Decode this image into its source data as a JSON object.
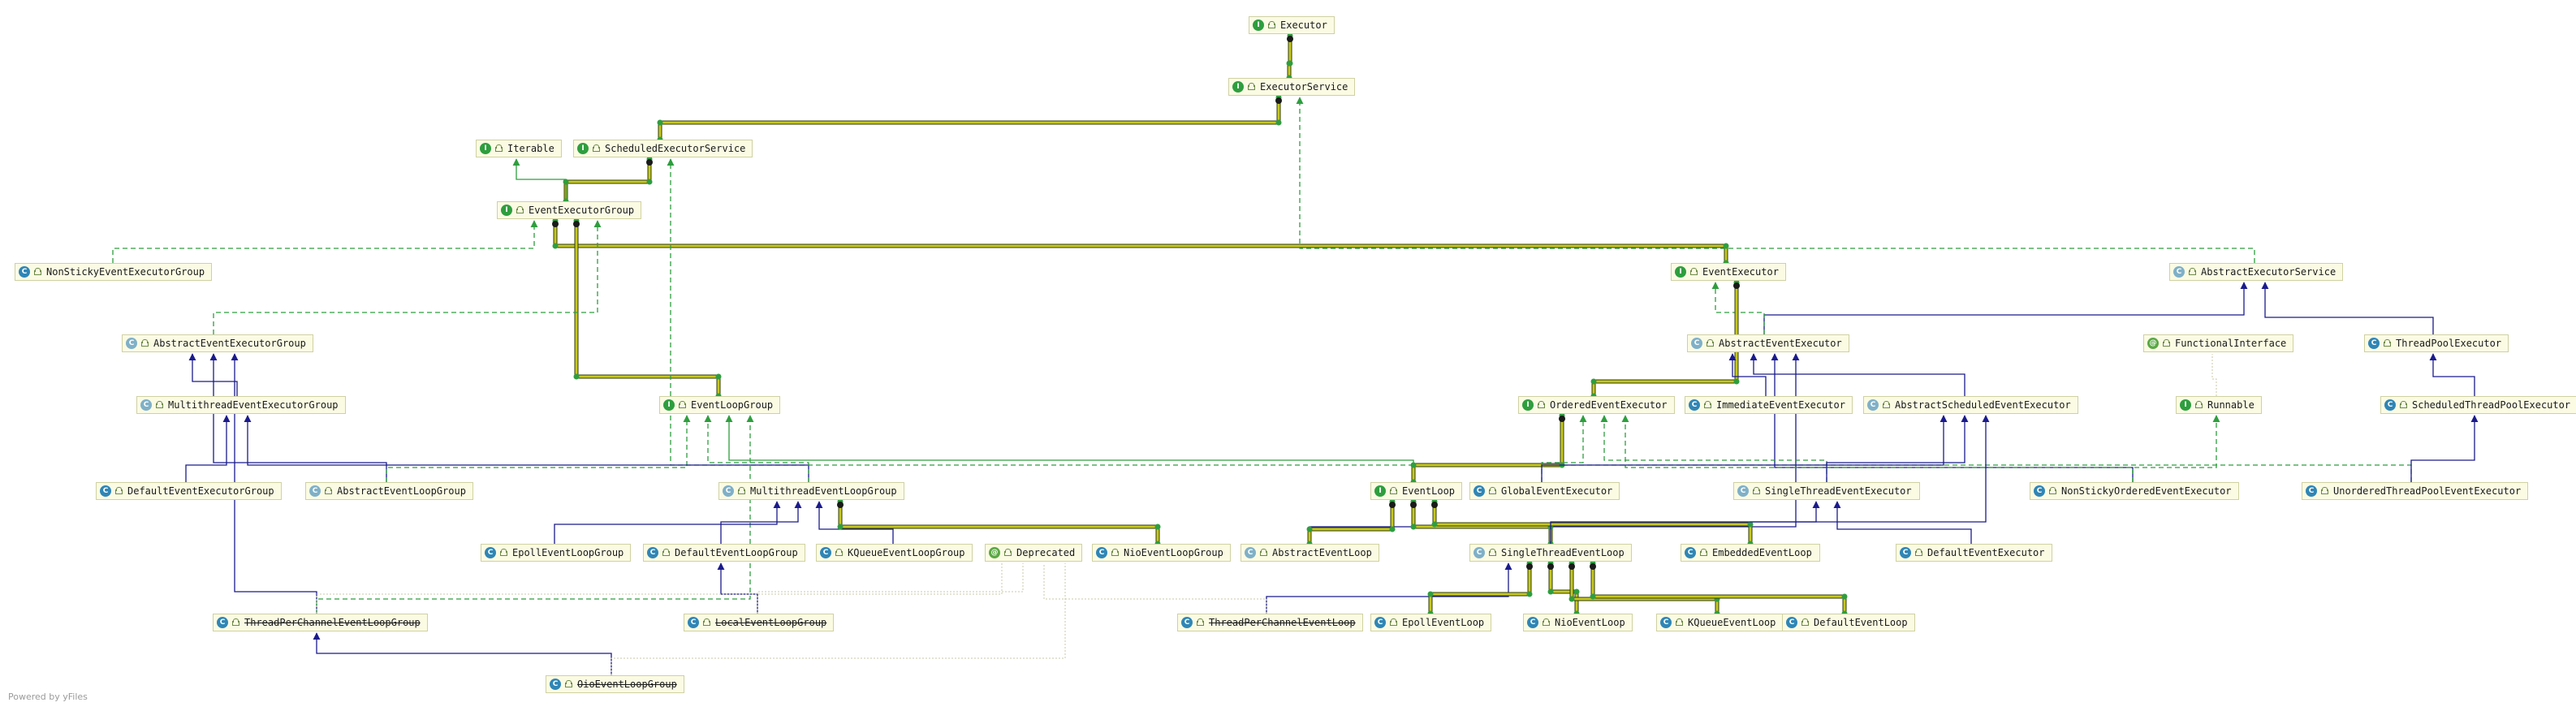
{
  "footer": "Powered by yFiles",
  "colors": {
    "extends": "#1b1b8c",
    "implements": "#2e9e3e",
    "inner": "#c7c81f",
    "node_bg": "#fbfbe4",
    "node_border": "#cfd1a2"
  },
  "icon_legend": {
    "I": "interface-icon",
    "C": "class-icon",
    "CA": "abstract-class-icon",
    "AT": "annotation-icon"
  },
  "nodes": [
    {
      "id": "Executor",
      "label": "Executor",
      "kind": "I"
    },
    {
      "id": "ExecutorService",
      "label": "ExecutorService",
      "kind": "I"
    },
    {
      "id": "Iterable",
      "label": "Iterable",
      "kind": "I"
    },
    {
      "id": "ScheduledExecutorService",
      "label": "ScheduledExecutorService",
      "kind": "I"
    },
    {
      "id": "EventExecutorGroup",
      "label": "EventExecutorGroup",
      "kind": "I"
    },
    {
      "id": "NonStickyEventExecutorGroup",
      "label": "NonStickyEventExecutorGroup",
      "kind": "C"
    },
    {
      "id": "EventExecutor",
      "label": "EventExecutor",
      "kind": "I"
    },
    {
      "id": "AbstractExecutorService",
      "label": "AbstractExecutorService",
      "kind": "CA"
    },
    {
      "id": "AbstractEventExecutorGroup",
      "label": "AbstractEventExecutorGroup",
      "kind": "CA"
    },
    {
      "id": "AbstractEventExecutor",
      "label": "AbstractEventExecutor",
      "kind": "CA"
    },
    {
      "id": "FunctionalInterface",
      "label": "FunctionalInterface",
      "kind": "AT"
    },
    {
      "id": "ThreadPoolExecutor",
      "label": "ThreadPoolExecutor",
      "kind": "C"
    },
    {
      "id": "MultithreadEventExecutorGroup",
      "label": "MultithreadEventExecutorGroup",
      "kind": "CA"
    },
    {
      "id": "EventLoopGroup",
      "label": "EventLoopGroup",
      "kind": "I"
    },
    {
      "id": "OrderedEventExecutor",
      "label": "OrderedEventExecutor",
      "kind": "I"
    },
    {
      "id": "ImmediateEventExecutor",
      "label": "ImmediateEventExecutor",
      "kind": "C"
    },
    {
      "id": "AbstractScheduledEventExecutor",
      "label": "AbstractScheduledEventExecutor",
      "kind": "CA"
    },
    {
      "id": "Runnable",
      "label": "Runnable",
      "kind": "I"
    },
    {
      "id": "ScheduledThreadPoolExecutor",
      "label": "ScheduledThreadPoolExecutor",
      "kind": "C"
    },
    {
      "id": "DefaultEventExecutorGroup",
      "label": "DefaultEventExecutorGroup",
      "kind": "C"
    },
    {
      "id": "AbstractEventLoopGroup",
      "label": "AbstractEventLoopGroup",
      "kind": "CA"
    },
    {
      "id": "MultithreadEventLoopGroup",
      "label": "MultithreadEventLoopGroup",
      "kind": "CA"
    },
    {
      "id": "EventLoop",
      "label": "EventLoop",
      "kind": "I"
    },
    {
      "id": "GlobalEventExecutor",
      "label": "GlobalEventExecutor",
      "kind": "C"
    },
    {
      "id": "SingleThreadEventExecutor",
      "label": "SingleThreadEventExecutor",
      "kind": "CA"
    },
    {
      "id": "NonStickyOrderedEventExecutor",
      "label": "NonStickyOrderedEventExecutor",
      "kind": "C"
    },
    {
      "id": "UnorderedThreadPoolEventExecutor",
      "label": "UnorderedThreadPoolEventExecutor",
      "kind": "C"
    },
    {
      "id": "EpollEventLoopGroup",
      "label": "EpollEventLoopGroup",
      "kind": "C"
    },
    {
      "id": "DefaultEventLoopGroup",
      "label": "DefaultEventLoopGroup",
      "kind": "C"
    },
    {
      "id": "KQueueEventLoopGroup",
      "label": "KQueueEventLoopGroup",
      "kind": "C"
    },
    {
      "id": "Deprecated",
      "label": "Deprecated",
      "kind": "AT"
    },
    {
      "id": "NioEventLoopGroup",
      "label": "NioEventLoopGroup",
      "kind": "C"
    },
    {
      "id": "AbstractEventLoop",
      "label": "AbstractEventLoop",
      "kind": "CA"
    },
    {
      "id": "SingleThreadEventLoop",
      "label": "SingleThreadEventLoop",
      "kind": "CA"
    },
    {
      "id": "EmbeddedEventLoop",
      "label": "EmbeddedEventLoop",
      "kind": "C"
    },
    {
      "id": "DefaultEventExecutor",
      "label": "DefaultEventExecutor",
      "kind": "C"
    },
    {
      "id": "ThreadPerChannelEventLoopGroup",
      "label": "ThreadPerChannelEventLoopGroup",
      "kind": "C",
      "deprecated": true
    },
    {
      "id": "LocalEventLoopGroup",
      "label": "LocalEventLoopGroup",
      "kind": "C",
      "deprecated": true
    },
    {
      "id": "ThreadPerChannelEventLoop",
      "label": "ThreadPerChannelEventLoop",
      "kind": "C",
      "deprecated": true
    },
    {
      "id": "EpollEventLoop",
      "label": "EpollEventLoop",
      "kind": "C"
    },
    {
      "id": "NioEventLoop",
      "label": "NioEventLoop",
      "kind": "C"
    },
    {
      "id": "KQueueEventLoop",
      "label": "KQueueEventLoop",
      "kind": "C"
    },
    {
      "id": "DefaultEventLoop",
      "label": "DefaultEventLoop",
      "kind": "C"
    },
    {
      "id": "OioEventLoopGroup",
      "label": "OioEventLoopGroup",
      "kind": "C",
      "deprecated": true
    }
  ],
  "edges": [
    {
      "from": "ExecutorService",
      "to": "Executor",
      "type": "inner"
    },
    {
      "from": "ScheduledExecutorService",
      "to": "ExecutorService",
      "type": "inner"
    },
    {
      "from": "EventExecutorGroup",
      "to": "ScheduledExecutorService",
      "type": "inner"
    },
    {
      "from": "EventExecutorGroup",
      "to": "Iterable",
      "type": "implements"
    },
    {
      "from": "NonStickyEventExecutorGroup",
      "to": "EventExecutorGroup",
      "type": "implements-dashed"
    },
    {
      "from": "EventExecutor",
      "to": "EventExecutorGroup",
      "type": "inner"
    },
    {
      "from": "EventLoopGroup",
      "to": "EventExecutorGroup",
      "type": "inner"
    },
    {
      "from": "AbstractEventExecutorGroup",
      "to": "EventExecutorGroup",
      "type": "implements-dashed"
    },
    {
      "from": "AbstractExecutorService",
      "to": "ExecutorService",
      "type": "implements-dashed"
    },
    {
      "from": "UnorderedThreadPoolEventExecutor",
      "to": "ScheduledExecutorService",
      "type": "implements-dashed"
    },
    {
      "from": "AbstractEventExecutor",
      "to": "AbstractExecutorService",
      "type": "extends"
    },
    {
      "from": "AbstractEventExecutor",
      "to": "EventExecutor",
      "type": "implements-dashed"
    },
    {
      "from": "OrderedEventExecutor",
      "to": "EventExecutor",
      "type": "inner"
    },
    {
      "from": "ThreadPoolExecutor",
      "to": "AbstractExecutorService",
      "type": "extends"
    },
    {
      "from": "ScheduledThreadPoolExecutor",
      "to": "ThreadPoolExecutor",
      "type": "extends"
    },
    {
      "from": "UnorderedThreadPoolEventExecutor",
      "to": "ScheduledThreadPoolExecutor",
      "type": "extends"
    },
    {
      "from": "MultithreadEventExecutorGroup",
      "to": "AbstractEventExecutorGroup",
      "type": "extends"
    },
    {
      "from": "DefaultEventExecutorGroup",
      "to": "MultithreadEventExecutorGroup",
      "type": "extends"
    },
    {
      "from": "AbstractEventLoopGroup",
      "to": "AbstractEventExecutorGroup",
      "type": "extends"
    },
    {
      "from": "ThreadPerChannelEventLoopGroup",
      "to": "AbstractEventExecutorGroup",
      "type": "extends"
    },
    {
      "from": "AbstractEventLoopGroup",
      "to": "EventLoopGroup",
      "type": "implements-dashed"
    },
    {
      "from": "MultithreadEventLoopGroup",
      "to": "MultithreadEventExecutorGroup",
      "type": "extends"
    },
    {
      "from": "MultithreadEventLoopGroup",
      "to": "EventLoopGroup",
      "type": "implements-dashed"
    },
    {
      "from": "EventLoop",
      "to": "EventLoopGroup",
      "type": "implements"
    },
    {
      "from": "ThreadPerChannelEventLoopGroup",
      "to": "EventLoopGroup",
      "type": "implements-dashed"
    },
    {
      "from": "EventLoop",
      "to": "OrderedEventExecutor",
      "type": "inner"
    },
    {
      "from": "ImmediateEventExecutor",
      "to": "AbstractEventExecutor",
      "type": "extends"
    },
    {
      "from": "AbstractScheduledEventExecutor",
      "to": "AbstractEventExecutor",
      "type": "extends"
    },
    {
      "from": "NonStickyOrderedEventExecutor",
      "to": "AbstractEventExecutor",
      "type": "extends"
    },
    {
      "from": "AbstractEventLoop",
      "to": "AbstractEventExecutor",
      "type": "extends"
    },
    {
      "from": "GlobalEventExecutor",
      "to": "OrderedEventExecutor",
      "type": "implements-dashed"
    },
    {
      "from": "SingleThreadEventExecutor",
      "to": "OrderedEventExecutor",
      "type": "implements-dashed"
    },
    {
      "from": "NonStickyOrderedEventExecutor",
      "to": "OrderedEventExecutor",
      "type": "implements-dashed"
    },
    {
      "from": "GlobalEventExecutor",
      "to": "AbstractScheduledEventExecutor",
      "type": "extends"
    },
    {
      "from": "SingleThreadEventExecutor",
      "to": "AbstractScheduledEventExecutor",
      "type": "extends"
    },
    {
      "from": "EmbeddedEventLoop",
      "to": "AbstractScheduledEventExecutor",
      "type": "extends"
    },
    {
      "from": "NonStickyOrderedEventExecutor",
      "to": "Runnable",
      "type": "implements-dashed"
    },
    {
      "from": "Runnable",
      "to": "FunctionalInterface",
      "type": "annotation"
    },
    {
      "from": "EpollEventLoopGroup",
      "to": "MultithreadEventLoopGroup",
      "type": "extends"
    },
    {
      "from": "DefaultEventLoopGroup",
      "to": "MultithreadEventLoopGroup",
      "type": "extends"
    },
    {
      "from": "KQueueEventLoopGroup",
      "to": "MultithreadEventLoopGroup",
      "type": "extends"
    },
    {
      "from": "NioEventLoopGroup",
      "to": "MultithreadEventLoopGroup",
      "type": "inner"
    },
    {
      "from": "LocalEventLoopGroup",
      "to": "DefaultEventLoopGroup",
      "type": "extends"
    },
    {
      "from": "OioEventLoopGroup",
      "to": "ThreadPerChannelEventLoopGroup",
      "type": "extends"
    },
    {
      "from": "AbstractEventLoop",
      "to": "EventLoop",
      "type": "inner"
    },
    {
      "from": "SingleThreadEventLoop",
      "to": "EventLoop",
      "type": "inner"
    },
    {
      "from": "EmbeddedEventLoop",
      "to": "EventLoop",
      "type": "inner"
    },
    {
      "from": "SingleThreadEventLoop",
      "to": "SingleThreadEventExecutor",
      "type": "extends"
    },
    {
      "from": "DefaultEventExecutor",
      "to": "SingleThreadEventExecutor",
      "type": "extends"
    },
    {
      "from": "ThreadPerChannelEventLoop",
      "to": "SingleThreadEventLoop",
      "type": "extends"
    },
    {
      "from": "EpollEventLoop",
      "to": "SingleThreadEventLoop",
      "type": "inner"
    },
    {
      "from": "NioEventLoop",
      "to": "SingleThreadEventLoop",
      "type": "inner"
    },
    {
      "from": "KQueueEventLoop",
      "to": "SingleThreadEventLoop",
      "type": "inner"
    },
    {
      "from": "DefaultEventLoop",
      "to": "SingleThreadEventLoop",
      "type": "inner"
    },
    {
      "from": "ThreadPerChannelEventLoopGroup",
      "to": "Deprecated",
      "type": "annotation"
    },
    {
      "from": "LocalEventLoopGroup",
      "to": "Deprecated",
      "type": "annotation"
    },
    {
      "from": "ThreadPerChannelEventLoop",
      "to": "Deprecated",
      "type": "annotation"
    },
    {
      "from": "OioEventLoopGroup",
      "to": "Deprecated",
      "type": "annotation"
    }
  ]
}
